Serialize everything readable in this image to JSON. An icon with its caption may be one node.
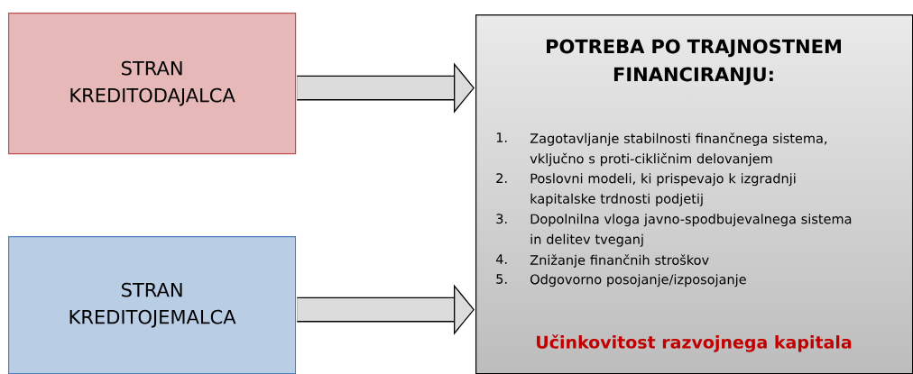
{
  "diagram": {
    "nodes": [
      {
        "text": [
          "STRAN KREDITODAJALCA"
        ]
      },
      {
        "text": [
          "STRAN KREDITOJEMALCA"
        ]
      },
      {
        "text": [
          "POTREBA PO TRAJNOSTNEM FINANCIRANJU:",
          "1.",
          "Zagotavljanje stabilnosti finančnega sistema, vključno s proti-cikličnim delovanjem",
          "2.",
          "Poslovni modeli, ki prispevajo k izgradnji kapitalske trdnosti podjetij",
          "3.",
          "Dopolnilna vloga javno-spodbujevalnega sistema in delitev tveganj",
          "4.",
          "Znižanje finančnih stroškov",
          "5.",
          "Odgovorno posojanje/izposojanje",
          "Učinkovitost razvojnega kapitala"
        ]
      }
    ],
    "edges": [
      {
        "from": 0,
        "to": 2,
        "arrow": "to"
      },
      {
        "from": 1,
        "to": 2,
        "arrow": "to"
      }
    ]
  }
}
